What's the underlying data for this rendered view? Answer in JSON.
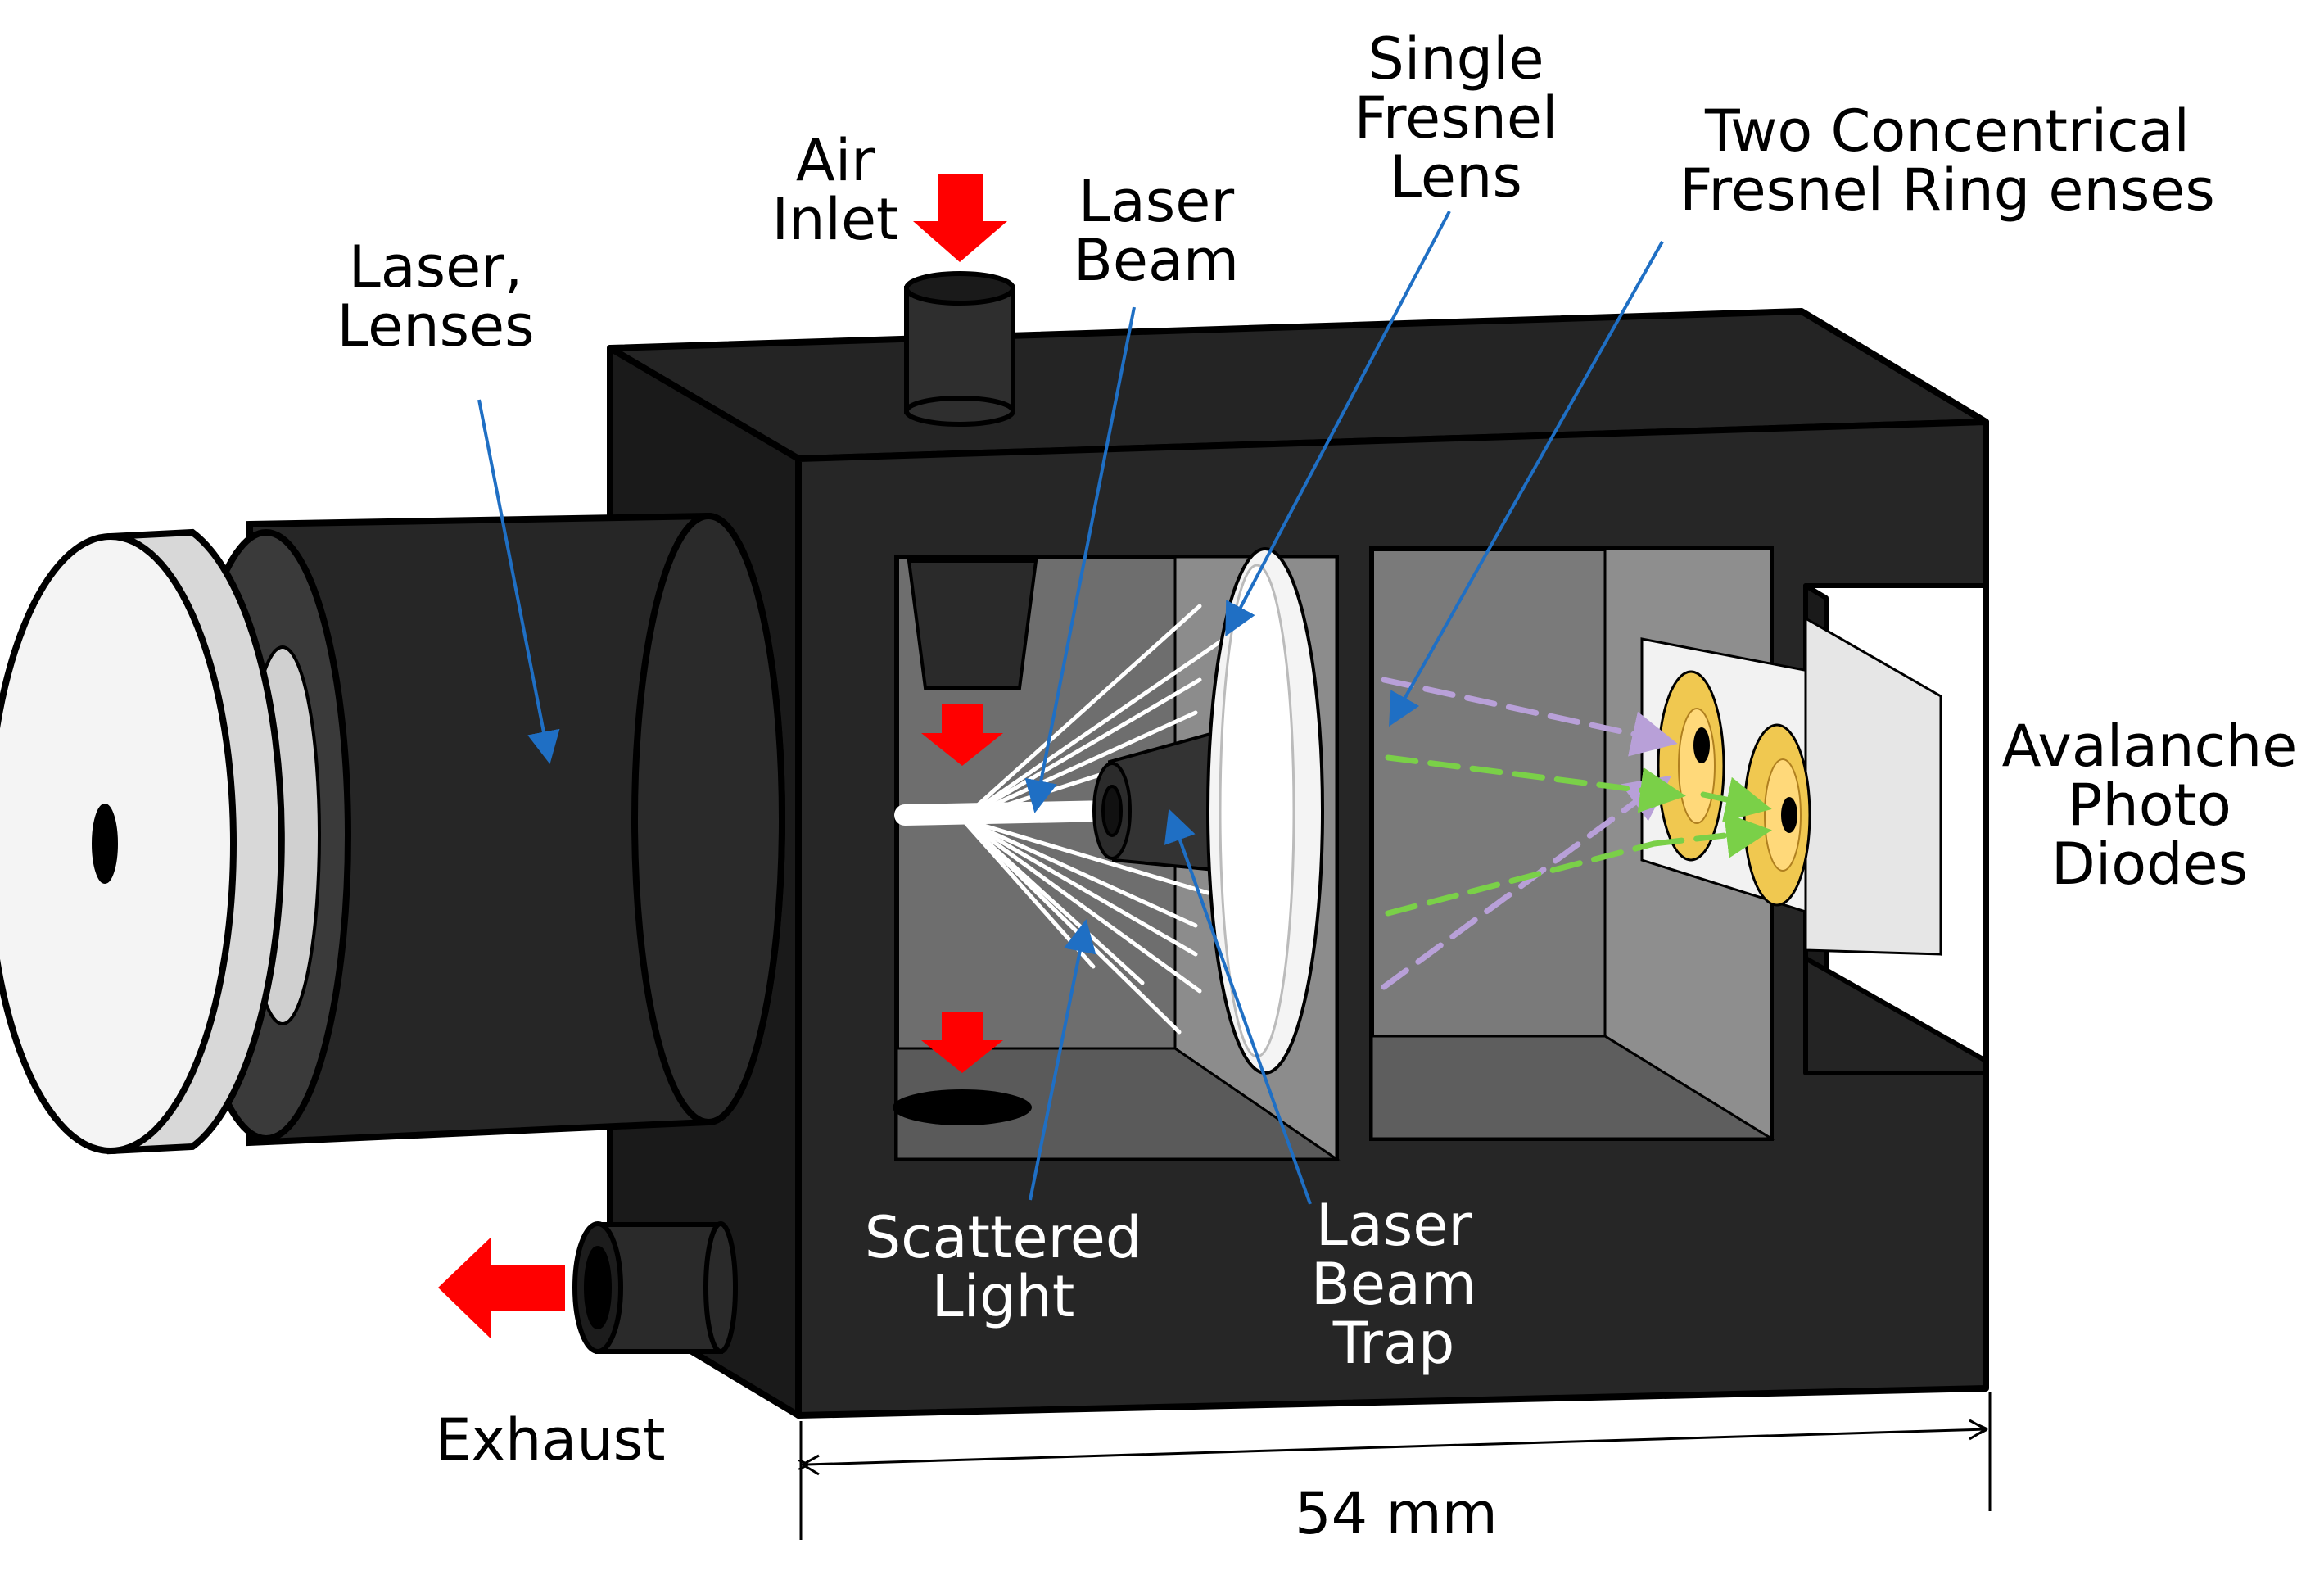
{
  "labels": {
    "laser_lenses": [
      "Laser,",
      "Lenses"
    ],
    "air_inlet": [
      "Air",
      "Inlet"
    ],
    "laser_beam": [
      "Laser",
      "Beam"
    ],
    "single_fresnel_lens": [
      "Single",
      "Fresnel",
      "Lens"
    ],
    "two_concentrical": [
      "Two Concentrical",
      "Fresnel Ring enses"
    ],
    "avalanche_photo_diodes": [
      "Avalanche",
      "Photo",
      "Diodes"
    ],
    "scattered_light": [
      "Scattered",
      "Light"
    ],
    "laser_beam_trap": [
      "Laser",
      "Beam",
      "Trap"
    ],
    "exhaust": [
      "Exhaust"
    ],
    "dimension": [
      "54 mm"
    ]
  },
  "colors": {
    "housing": "#222222",
    "chamber": "#7f7f7f",
    "pointer": "#1f6fc4",
    "airflow": "#ff0000",
    "lens_white": "#ffffff",
    "diode": "#f0c850",
    "scatter_violet": "#b8a0d8",
    "scatter_green": "#7ad048"
  }
}
